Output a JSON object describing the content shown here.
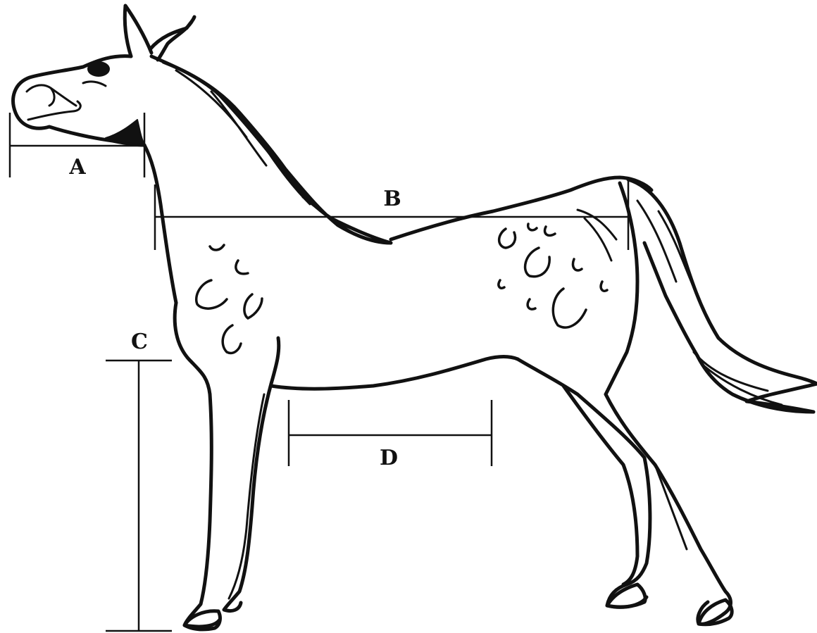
{
  "measurements": {
    "a": {
      "label": "A"
    },
    "b": {
      "label": "B"
    },
    "c": {
      "label": "C"
    },
    "d": {
      "label": "D"
    }
  }
}
